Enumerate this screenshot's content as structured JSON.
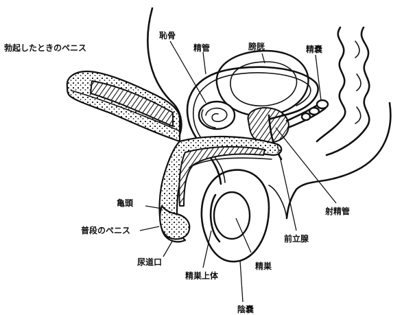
{
  "labels": {
    "erect_penis": "勃起したときのペニス",
    "pubic_bone": "恥骨",
    "vas_deferens": "精管",
    "bladder": "膀胱",
    "seminal_vesicle": "精嚢",
    "glans": "亀頭",
    "flaccid_penis": "普段のペニス",
    "ejaculatory_duct": "射精管",
    "prostate": "前立腺",
    "urethral_opening": "尿道口",
    "testis": "精巣",
    "epididymis": "精巣上体",
    "scrotum": "陰嚢"
  }
}
